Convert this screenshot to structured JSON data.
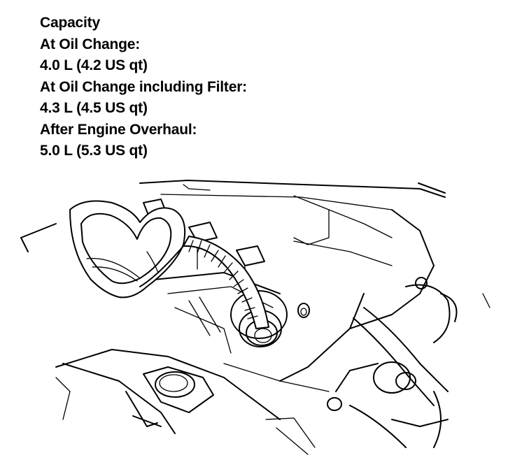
{
  "specs": {
    "heading": "Capacity",
    "items": [
      {
        "label": "At Oil Change:",
        "value": "4.0 L (4.2 US qt)"
      },
      {
        "label": "At Oil Change including Filter:",
        "value": "4.3 L (4.5 US qt)"
      },
      {
        "label": "After Engine Overhaul:",
        "value": "5.0 L (5.3 US qt)"
      }
    ]
  },
  "illustration": {
    "subject": "funnel-pouring-oil-into-engine-filler-neck",
    "colors": {
      "line": "#000000",
      "background": "#ffffff"
    }
  }
}
